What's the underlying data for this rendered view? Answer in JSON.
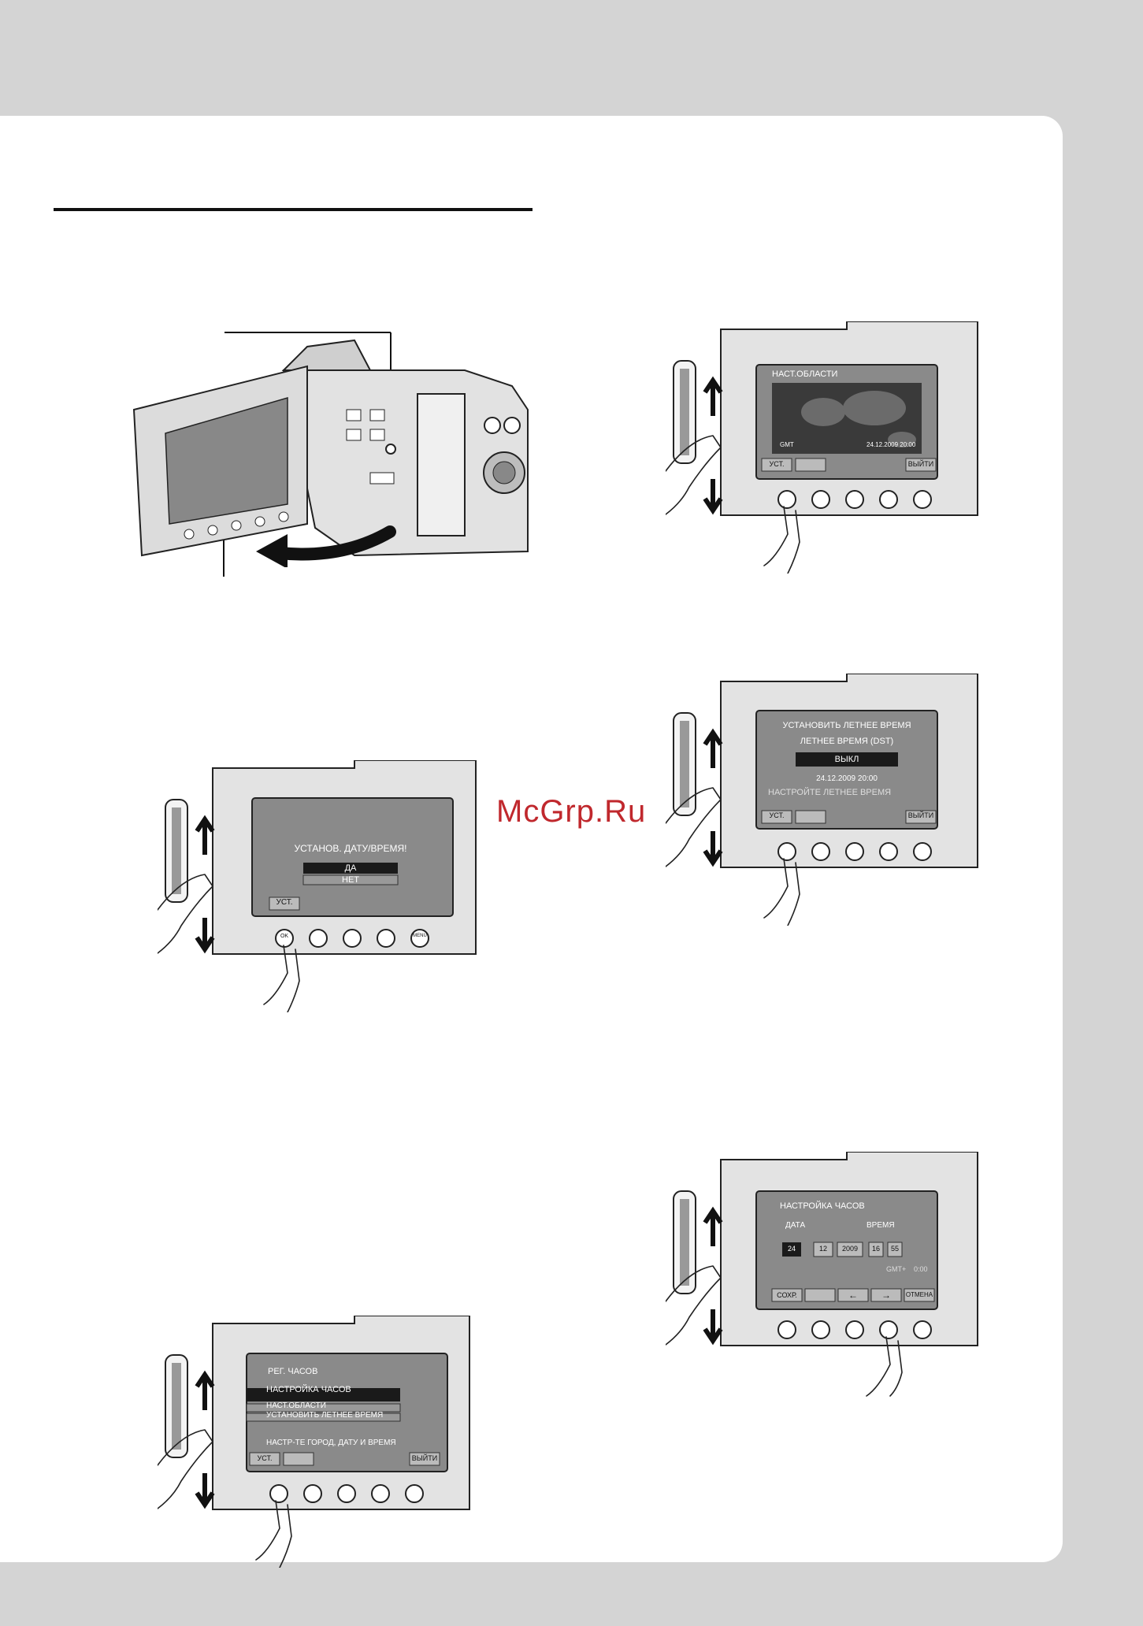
{
  "watermark": "McGrp.Ru",
  "panel_confirm": {
    "prompt": "УСТАНОВ. ДАТУ/ВРЕМЯ!",
    "option_yes": "ДА",
    "option_no": "НЕТ",
    "btn_set": "УСТ."
  },
  "panel_clock_menu": {
    "title": "РЕГ. ЧАСОВ",
    "items": [
      "НАСТРОЙКА ЧАСОВ",
      "НАСТ.ОБЛАСТИ",
      "УСТАНОВИТЬ ЛЕТНЕЕ ВРЕМЯ"
    ],
    "hint": "НАСТР-ТЕ ГОРОД, ДАТУ И ВРЕМЯ",
    "btn_set": "УСТ.",
    "btn_exit": "ВЫЙТИ"
  },
  "panel_region": {
    "title": "НАСТ.ОБЛАСТИ",
    "gmt": "GMT",
    "datetime": "24.12.2009  20:00",
    "btn_set": "УСТ.",
    "btn_exit": "ВЫЙТИ"
  },
  "panel_dst": {
    "title": "УСТАНОВИТЬ ЛЕТНЕЕ ВРЕМЯ",
    "subtitle": "ЛЕТНЕЕ ВРЕМЯ (DST)",
    "value": "ВЫКЛ",
    "datetime": "24.12.2009  20:00",
    "hint": "НАСТРОЙТЕ ЛЕТНЕЕ ВРЕМЯ",
    "btn_set": "УСТ.",
    "btn_exit": "ВЫЙТИ"
  },
  "panel_clock_set": {
    "title": "НАСТРОЙКА ЧАСОВ",
    "label_date": "ДАТА",
    "label_time": "ВРЕМЯ",
    "day": "24",
    "month": "12",
    "year": "2009",
    "hour": "16",
    "minute": "55",
    "gmt_label": "GMT+",
    "gmt_value": "0:00",
    "btn_save": "СОХР.",
    "btn_left": "←",
    "btn_right": "→",
    "btn_cancel": "ОТМЕНА"
  },
  "buttons": {
    "ok": "OK",
    "menu": "MENU"
  },
  "icons": [
    "camcorder-illustration",
    "rotate-arrow-icon",
    "scroll-up-arrow-icon",
    "scroll-down-arrow-icon",
    "back-arrow-icon",
    "hand-icon"
  ]
}
